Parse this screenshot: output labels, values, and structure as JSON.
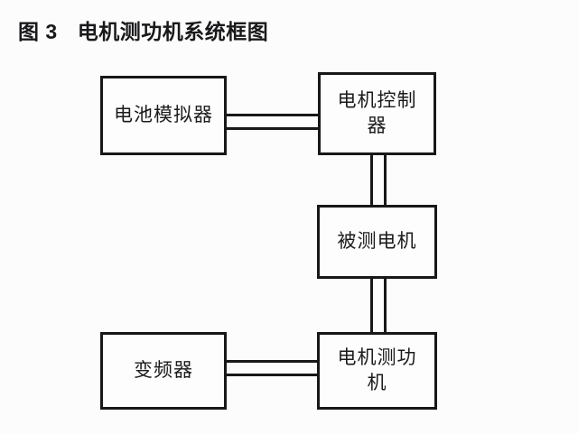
{
  "figure": {
    "label": "图 3",
    "title": "电机测功机系统框图"
  },
  "diagram": {
    "type": "block-diagram",
    "nodes": [
      {
        "id": "battery-simulator",
        "label": "电池模拟器"
      },
      {
        "id": "motor-controller",
        "label": "电机控制器"
      },
      {
        "id": "motor-under-test",
        "label": "被测电机"
      },
      {
        "id": "inverter",
        "label": "变频器"
      },
      {
        "id": "dynamometer",
        "label": "电机测功机"
      }
    ],
    "connections": [
      {
        "from": "battery-simulator",
        "to": "motor-controller",
        "style": "double-line",
        "orientation": "horizontal"
      },
      {
        "from": "motor-controller",
        "to": "motor-under-test",
        "style": "double-line",
        "orientation": "vertical"
      },
      {
        "from": "motor-under-test",
        "to": "dynamometer",
        "style": "double-line",
        "orientation": "vertical"
      },
      {
        "from": "inverter",
        "to": "dynamometer",
        "style": "double-line",
        "orientation": "horizontal"
      }
    ],
    "colors": {
      "stroke": "#18181a",
      "fill": "#fdfdfd",
      "background": "#fcfcfc",
      "text": "#1b1b1d"
    }
  }
}
